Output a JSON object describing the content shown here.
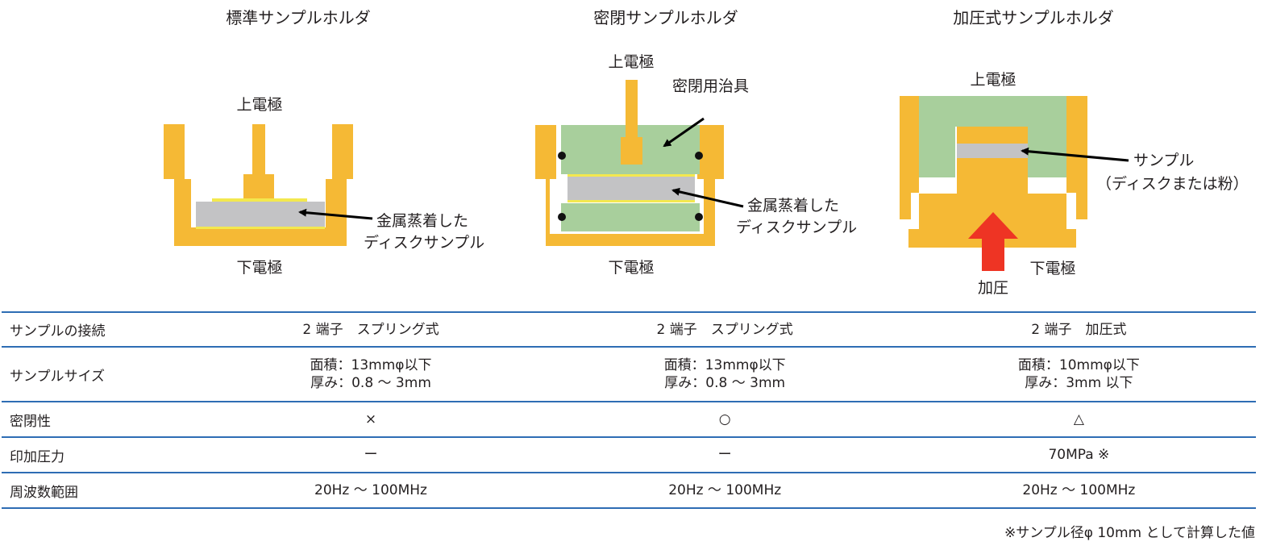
{
  "titles": [
    "標準サンプルホルダ",
    "密閉サンプルホルダ",
    "加圧式サンプルホルダ"
  ],
  "diagram1": {
    "upper_electrode": "上電極",
    "lower_electrode": "下電極",
    "sample_line1": "金属蒸着した",
    "sample_line2": "ディスクサンプル"
  },
  "diagram2": {
    "upper_electrode": "上電極",
    "jig": "密閉用治具",
    "sample_line1": "金属蒸着した",
    "sample_line2": "ディスクサンプル",
    "lower_electrode": "下電極"
  },
  "diagram3": {
    "upper_electrode": "上電極",
    "sample_line1": "サンプル",
    "sample_line2": "（ディスクまたは粉）",
    "pressure": "加圧",
    "lower_electrode": "下電極"
  },
  "colors": {
    "electrode": "#f5b935",
    "sample": "#c3c3c5",
    "jig": "#a8cf9c",
    "coating": "#f3e84f",
    "pressure_arrow": "#ee3424",
    "rule": "#2e6db4"
  },
  "table": {
    "rows": [
      {
        "label": "サンプルの接続",
        "values": [
          [
            "2 端子　スプリング式"
          ],
          [
            "2 端子　スプリング式"
          ],
          [
            "2 端子　加圧式"
          ]
        ]
      },
      {
        "label": "サンプルサイズ",
        "values": [
          [
            "面積：13mmφ以下",
            "厚み：0.8 ～ 3mm"
          ],
          [
            "面積：13mmφ以下",
            "厚み：0.8 ～ 3mm"
          ],
          [
            "面積：10mmφ以下",
            "厚み：3mm 以下"
          ]
        ]
      },
      {
        "label": "密閉性",
        "values": [
          [
            "×"
          ],
          [
            "○"
          ],
          [
            "△"
          ]
        ]
      },
      {
        "label": "印加圧力",
        "values": [
          [
            "ー"
          ],
          [
            "ー"
          ],
          [
            "70MPa ※"
          ]
        ]
      },
      {
        "label": "周波数範囲",
        "values": [
          [
            "20Hz ～ 100MHz"
          ],
          [
            "20Hz ～ 100MHz"
          ],
          [
            "20Hz ～ 100MHz"
          ]
        ]
      }
    ]
  },
  "footnote": "※サンプル径φ 10mm として計算した値"
}
